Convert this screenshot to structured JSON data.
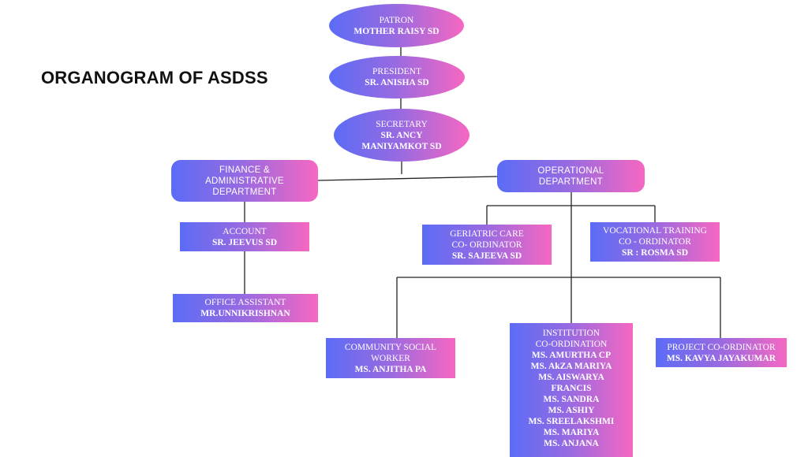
{
  "title": "ORGANOGRAM OF ASDSS",
  "colors": {
    "gradient_start": "#5b6cf6",
    "gradient_end": "#f667c2",
    "line": "#222222"
  },
  "nodes": {
    "patron": {
      "label": [
        "PATRON"
      ],
      "names": [
        "MOTHER RAISY SD"
      ]
    },
    "president": {
      "label": [
        "PRESIDENT"
      ],
      "names": [
        "SR. ANISHA SD"
      ]
    },
    "secretary": {
      "label": [
        "SECRETARY"
      ],
      "names": [
        "SR. ANCY",
        "MANIYAMKOT SD"
      ]
    },
    "finance": {
      "label": [
        "FINANCE &",
        "ADMINISTRATIVE",
        "DEPARTMENT"
      ]
    },
    "operational": {
      "label": [
        "OPERATIONAL",
        "DEPARTMENT"
      ]
    },
    "account": {
      "label": [
        "ACCOUNT"
      ],
      "names": [
        "SR. JEEVUS SD"
      ]
    },
    "office": {
      "label": [
        "OFFICE ASSISTANT"
      ],
      "names": [
        "MR.UNNIKRISHNAN"
      ]
    },
    "geriatric": {
      "label": [
        "GERIATRIC CARE",
        "CO- ORDINATOR"
      ],
      "names": [
        "SR. SAJEEVA SD"
      ]
    },
    "vocational": {
      "label": [
        "VOCATIONAL TRAINING",
        "CO - ORDINATOR"
      ],
      "names": [
        "SR : ROSMA SD"
      ]
    },
    "community": {
      "label": [
        "COMMUNITY SOCIAL",
        "WORKER"
      ],
      "names": [
        "MS. ANJITHA PA"
      ]
    },
    "institution": {
      "label": [
        "INSTITUTION",
        "CO-ORDINATION"
      ],
      "names": [
        "MS. AMURTHA CP",
        "MS. AkZA MARIYA",
        "MS. AISWARYA",
        "FRANCIS",
        "MS. SANDRA",
        "MS. ASHIY",
        "MS.  SREELAKSHMI",
        "MS. MARIYA",
        "MS. ANJANA"
      ]
    },
    "project": {
      "label": [
        "PROJECT CO-ORDINATOR"
      ],
      "names": [
        "MS. KAVYA JAYAKUMAR"
      ]
    }
  }
}
